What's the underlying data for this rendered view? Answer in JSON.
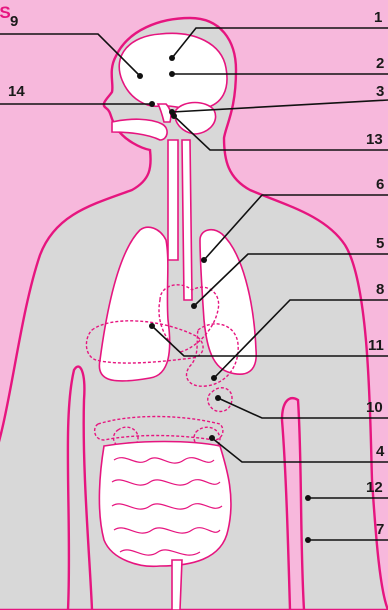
{
  "title": "SS",
  "colors": {
    "background": "#f7b8dc",
    "accent": "#e6157f",
    "body": "#d8d8d8"
  },
  "labels": {
    "l1": "1",
    "l2": "2",
    "l3": "3",
    "l13": "13",
    "l6": "6",
    "l5": "5",
    "l8": "8",
    "l11": "11",
    "l10": "10",
    "l4": "4",
    "l12": "12",
    "l7": "7",
    "l9": "9",
    "l14": "14"
  }
}
